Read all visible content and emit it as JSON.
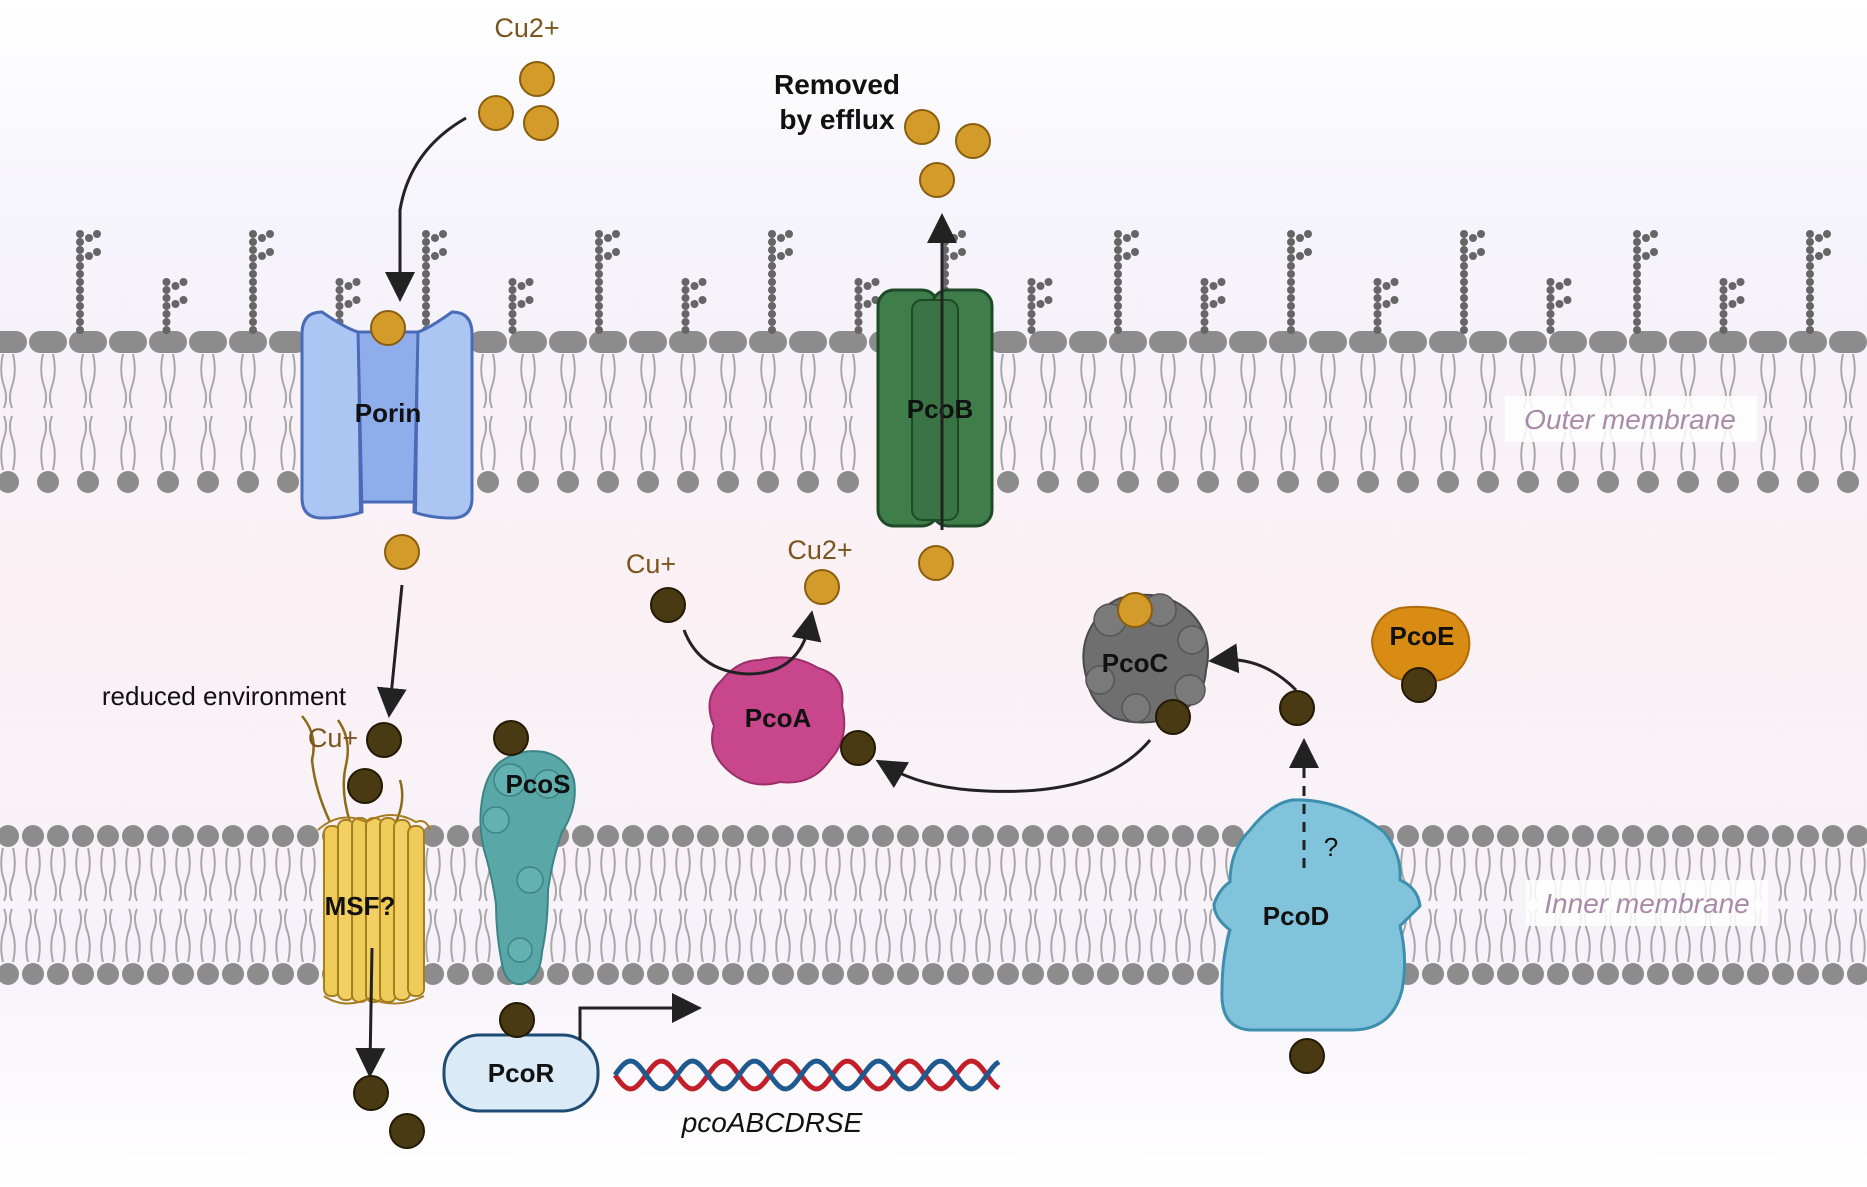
{
  "labels": {
    "cu2_top": "Cu2+",
    "removed_line1": "Removed",
    "removed_line2": "by efflux",
    "outer_membrane": "Outer membrane",
    "inner_membrane": "Inner membrane",
    "cu1_peri": "Cu+",
    "cu2_peri": "Cu2+",
    "reduced_env": "reduced environment",
    "cu1_msf": "Cu+",
    "question": "?",
    "gene": "pcoABCDRSE"
  },
  "proteins": {
    "porin": "Porin",
    "pcob": "PcoB",
    "pcoa": "PcoA",
    "pcoc": "PcoC",
    "pcoe": "PcoE",
    "pcos": "PcoS",
    "msf": "MSF?",
    "pcod": "PcoD",
    "pcor": "PcoR"
  },
  "colors": {
    "cu2_ion": "#d39b2a",
    "cu1_ion": "#4a3a14",
    "porin": "#a9c4f0",
    "pcob": "#3f7d4a",
    "pcoa": "#c7468c",
    "pcoc": "#6f6f6f",
    "pcoe": "#d98c14",
    "pcos": "#5aa7a7",
    "msf": "#efcb5a",
    "pcod": "#82c3dc",
    "pcor": "#dbeaf7",
    "membrane": "#8a8a8a",
    "membrane_label": "#a98aa8"
  }
}
